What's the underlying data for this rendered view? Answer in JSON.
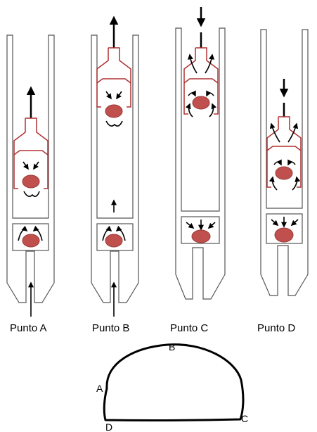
{
  "pumps": [
    {
      "label": "Punto A"
    },
    {
      "label": "Punto B"
    },
    {
      "label": "Punto C"
    },
    {
      "label": "Punto D"
    }
  ],
  "cycle": {
    "points": [
      {
        "label": "A"
      },
      {
        "label": "B"
      },
      {
        "label": "C"
      },
      {
        "label": "D"
      }
    ]
  },
  "colors": {
    "ball": "#c0504d",
    "plunger_outline": "#b03030",
    "walls": "#555555",
    "arrows": "#000000"
  }
}
